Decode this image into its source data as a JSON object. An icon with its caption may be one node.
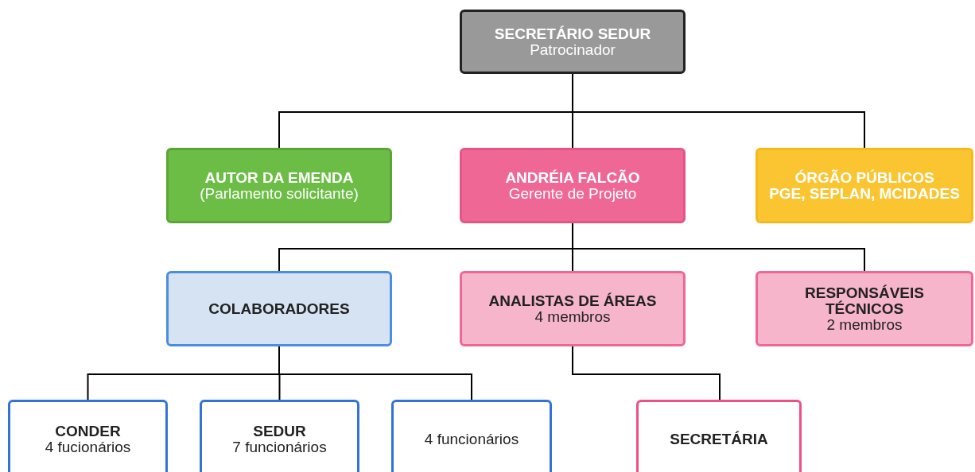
{
  "diagram": {
    "nodes": [
      {
        "text": [
          "SECRETÁRIO SEDUR",
          "Patrocinador"
        ]
      },
      {
        "text": [
          "AUTOR DA EMENDA",
          "(Parlamento solicitante)"
        ]
      },
      {
        "text": [
          "ANDRÉIA FALCÃO",
          "Gerente de Projeto"
        ]
      },
      {
        "text": [
          "ÓRGÃO PÚBLICOS",
          "PGE, SEPLAN, MCIDADES"
        ]
      },
      {
        "text": [
          "COLABORADORES"
        ]
      },
      {
        "text": [
          "ANALISTAS DE ÁREAS",
          "4 membros"
        ]
      },
      {
        "text": [
          "RESPONSÁVEIS TÉCNICOS",
          "2 membros"
        ]
      },
      {
        "text": [
          "CONDER",
          "4 fucionários"
        ]
      },
      {
        "text": [
          "SEDUR",
          "7 funcionários"
        ]
      },
      {
        "text": [
          "4 funcionários"
        ]
      },
      {
        "text": [
          "SECRETÁRIA"
        ]
      }
    ],
    "edges": [
      {
        "from": 0,
        "to": 1,
        "arrow": "none"
      },
      {
        "from": 0,
        "to": 2,
        "arrow": "none"
      },
      {
        "from": 0,
        "to": 3,
        "arrow": "none"
      },
      {
        "from": 2,
        "to": 4,
        "arrow": "none"
      },
      {
        "from": 2,
        "to": 5,
        "arrow": "none"
      },
      {
        "from": 2,
        "to": 6,
        "arrow": "none"
      },
      {
        "from": 4,
        "to": 7,
        "arrow": "none"
      },
      {
        "from": 4,
        "to": 8,
        "arrow": "none"
      },
      {
        "from": 4,
        "to": 9,
        "arrow": "none"
      },
      {
        "from": 5,
        "to": 10,
        "arrow": "none"
      }
    ]
  }
}
